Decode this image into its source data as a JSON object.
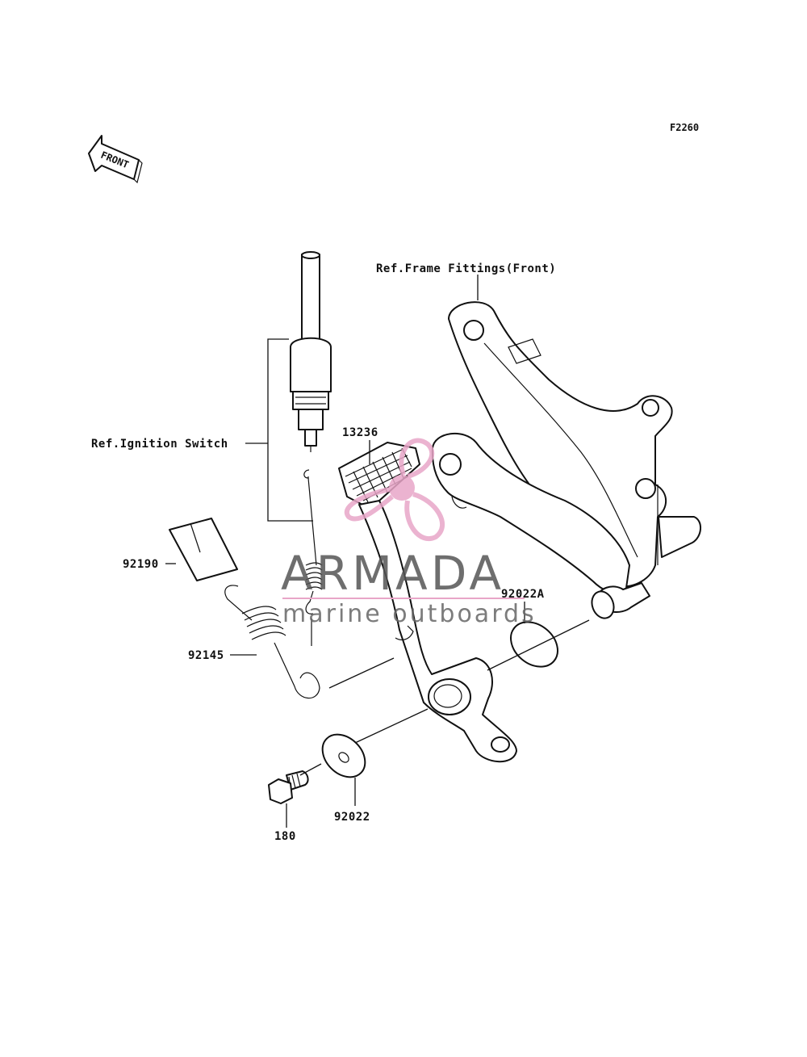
{
  "figure_code": "F2260",
  "front_marker": "FRONT",
  "labels": {
    "frame_ref": "Ref.Frame Fittings(Front)",
    "ignition_ref": "Ref.Ignition Switch",
    "pedal": "13236",
    "cover": "92190",
    "spring": "92145",
    "washer_a": "92022A",
    "washer": "92022",
    "bolt": "180"
  },
  "watermark": {
    "brand": "ARMADA",
    "tagline": "marine outboards",
    "logo_color": "#e8a6c8"
  }
}
